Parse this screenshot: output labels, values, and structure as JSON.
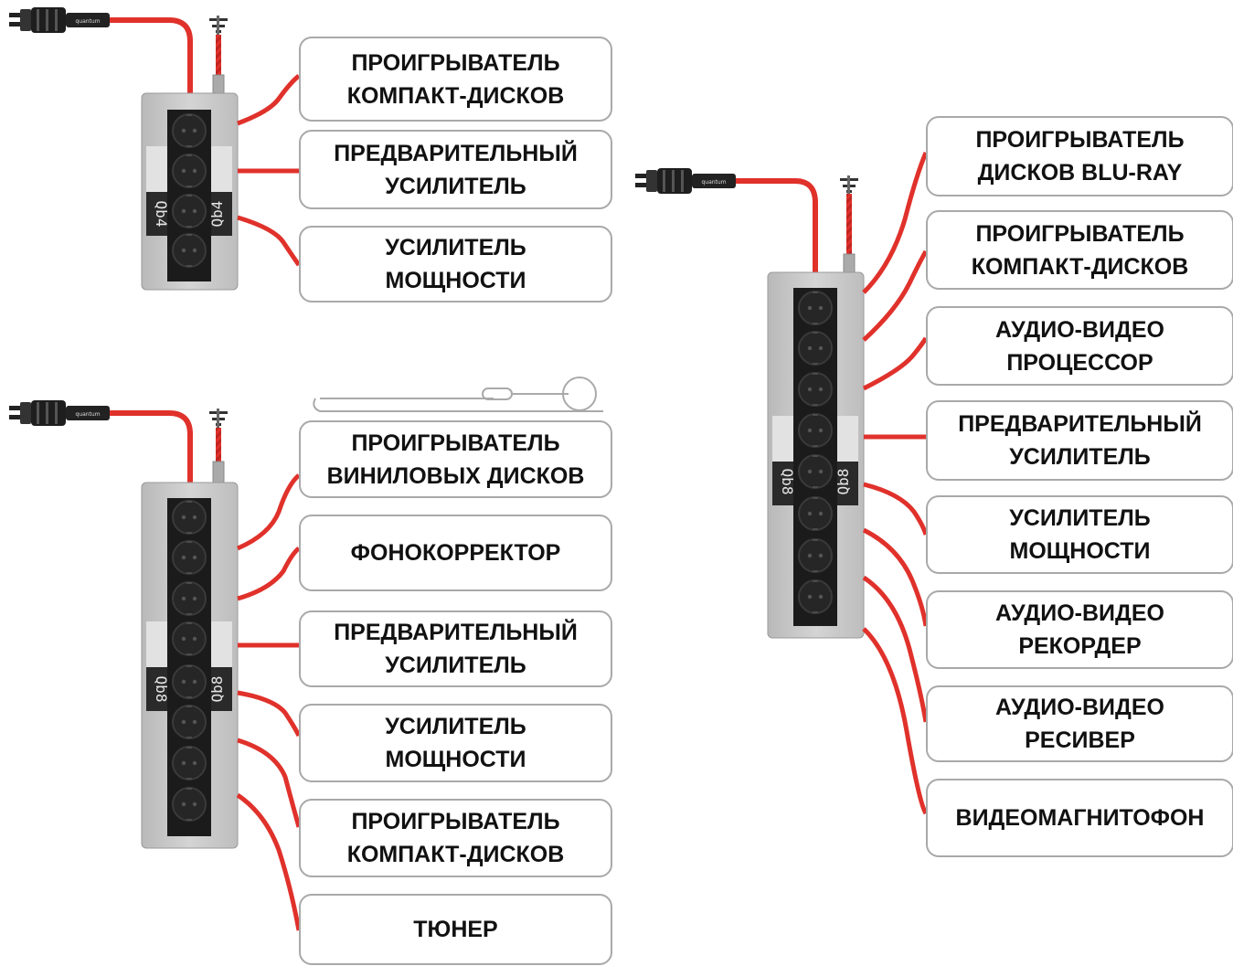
{
  "colors": {
    "cable": "#e0312b",
    "box_border": "#a9a9a9",
    "strip_body": "#c6c6c6",
    "socket_panel": "#1b1b1b"
  },
  "units": [
    {
      "model": "Qb4",
      "brand": "quantum",
      "labels": [
        "ПРОИГРЫВАТЕЛЬ\nКОМПАКТ-ДИСКОВ",
        "ПРЕДВАРИТЕЛЬНЫЙ\nУСИЛИТЕЛЬ",
        "УСИЛИТЕЛЬ\nМОЩНОСТИ"
      ]
    },
    {
      "model": "Qb8",
      "brand": "quantum",
      "labels": [
        "ПРОИГРЫВАТЕЛЬ\nВИНИЛОВЫХ ДИСКОВ",
        "ФОНОКОРРЕКТОР",
        "ПРЕДВАРИТЕЛЬНЫЙ\nУСИЛИТЕЛЬ",
        "УСИЛИТЕЛЬ\nМОЩНОСТИ",
        "ПРОИГРЫВАТЕЛЬ\nКОМПАКТ-ДИСКОВ",
        "ТЮНЕР"
      ]
    },
    {
      "model": "Qb8",
      "brand": "quantum",
      "labels": [
        "ПРОИГРЫВАТЕЛЬ\nДИСКОВ BLU-RAY",
        "ПРОИГРЫВАТЕЛЬ\nКОМПАКТ-ДИСКОВ",
        "АУДИО-ВИДЕО\nПРОЦЕССОР",
        "ПРЕДВАРИТЕЛЬНЫЙ\nУСИЛИТЕЛЬ",
        "УСИЛИТЕЛЬ\nМОЩНОСТИ",
        "АУДИО-ВИДЕО\nРЕКОРДЕР",
        "АУДИО-ВИДЕО\nРЕСИВЕР",
        "ВИДЕОМАГНИТОФОН"
      ]
    }
  ]
}
